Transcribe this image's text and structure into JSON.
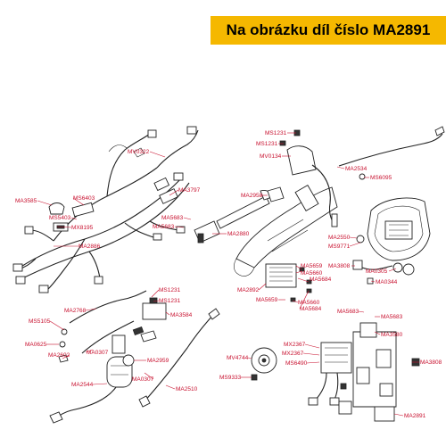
{
  "banner": {
    "text": "Na obrázku díl číslo MA2891",
    "color": "#f5b800"
  },
  "label_color": "#c8102e",
  "labels": [
    {
      "id": "mv0322",
      "text": "MV0322"
    },
    {
      "id": "ma3585",
      "text": "MA3585"
    },
    {
      "id": "ms6403",
      "text": "MS6403"
    },
    {
      "id": "ms5403",
      "text": "MS5403"
    },
    {
      "id": "mx8195",
      "text": "MX8195"
    },
    {
      "id": "ma2886",
      "text": "MA2886"
    },
    {
      "id": "ma3797",
      "text": "MA3797"
    },
    {
      "id": "ms1231a",
      "text": "MS1231"
    },
    {
      "id": "ms1231b",
      "text": "MS1231"
    },
    {
      "id": "mv0134",
      "text": "MV0134"
    },
    {
      "id": "ma2534",
      "text": "MA2534"
    },
    {
      "id": "ms6095",
      "text": "MS6095"
    },
    {
      "id": "ma2958",
      "text": "MA2958"
    },
    {
      "id": "ma5683a",
      "text": "MA5683"
    },
    {
      "id": "ma5683b",
      "text": "MA5683"
    },
    {
      "id": "ma2880",
      "text": "MA2880"
    },
    {
      "id": "ma2550",
      "text": "MA2550"
    },
    {
      "id": "ms9771",
      "text": "MS9771"
    },
    {
      "id": "ma3808a",
      "text": "MA3808"
    },
    {
      "id": "ma0305",
      "text": "MA0305"
    },
    {
      "id": "ma0344",
      "text": "MA0344"
    },
    {
      "id": "ma5659a",
      "text": "MA5659"
    },
    {
      "id": "ma5660a",
      "text": "MA5660"
    },
    {
      "id": "ma5684a",
      "text": "MA5684"
    },
    {
      "id": "ma2892",
      "text": "MA2892"
    },
    {
      "id": "ma5659b",
      "text": "MA5659"
    },
    {
      "id": "ma5660b",
      "text": "MA5660"
    },
    {
      "id": "ma5684b",
      "text": "MA5684"
    },
    {
      "id": "ms1231c",
      "text": "MS1231"
    },
    {
      "id": "ms1231d",
      "text": "MS1231"
    },
    {
      "id": "ma3584",
      "text": "MA3584"
    },
    {
      "id": "ma2768",
      "text": "MA2768"
    },
    {
      "id": "ms5105",
      "text": "MS5105"
    },
    {
      "id": "ma0625",
      "text": "MA0625"
    },
    {
      "id": "ma2602",
      "text": "MA2602"
    },
    {
      "id": "ma0307a",
      "text": "MA0307"
    },
    {
      "id": "ma2959",
      "text": "MA2959"
    },
    {
      "id": "ma0307b",
      "text": "MA0307"
    },
    {
      "id": "ma2544",
      "text": "MA2544"
    },
    {
      "id": "ma2510",
      "text": "MA2510"
    },
    {
      "id": "ma5683c",
      "text": "MA5683"
    },
    {
      "id": "ma5683d",
      "text": "MA5683"
    },
    {
      "id": "mx2367a",
      "text": "MX2367"
    },
    {
      "id": "mx2367b",
      "text": "MX2367"
    },
    {
      "id": "mv4744",
      "text": "MV4744"
    },
    {
      "id": "ms6490",
      "text": "MS6490"
    },
    {
      "id": "ma3580",
      "text": "MA3580"
    },
    {
      "id": "ms9333",
      "text": "MS9333"
    },
    {
      "id": "ma3808b",
      "text": "MA3808"
    },
    {
      "id": "ma2891",
      "text": "MA2891"
    }
  ]
}
